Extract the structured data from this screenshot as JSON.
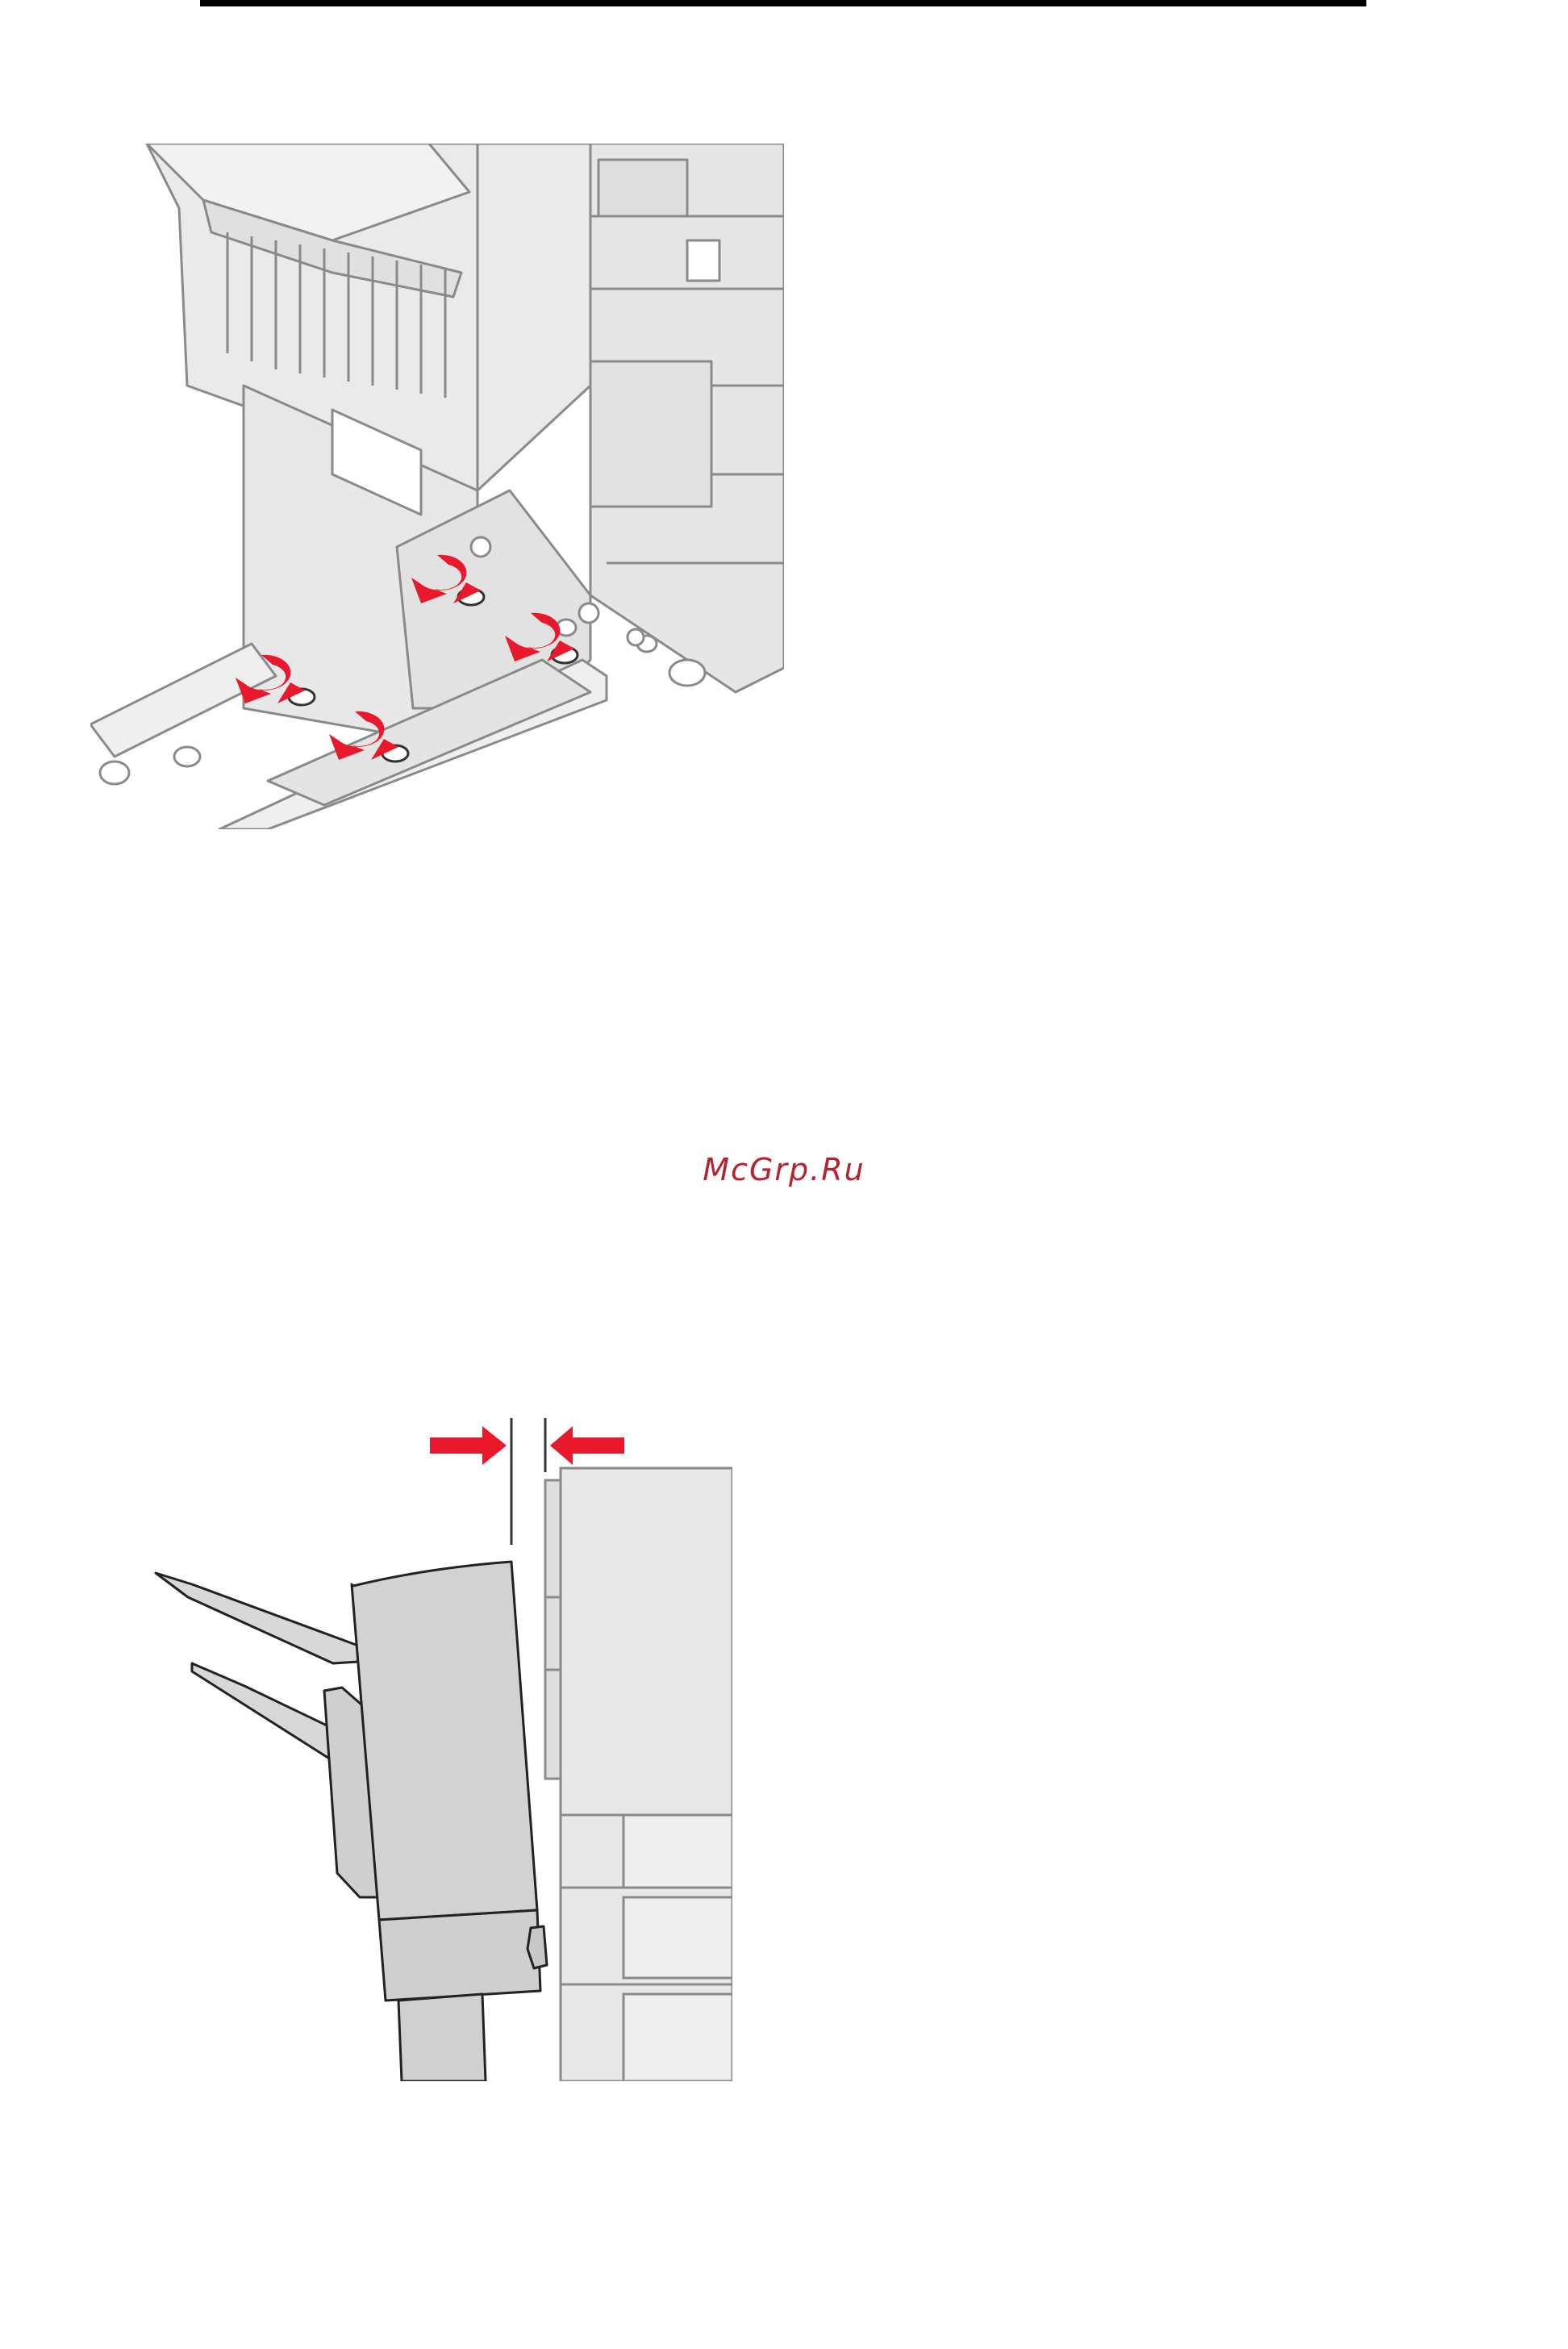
{
  "page": {
    "background": "#ffffff",
    "rule_color": "#000000"
  },
  "watermark": {
    "text": "McGrp.Ru",
    "color": "#b5232f"
  },
  "illustrations": [
    {
      "name": "finisher-base-screws",
      "description_icon": "rotate-screw-arrows-icon",
      "arrow_color": "#e8192c",
      "screw_count": 4
    },
    {
      "name": "finisher-alignment-gap",
      "description_icon": "gap-arrows-icon",
      "arrow_color": "#e8192c"
    }
  ]
}
